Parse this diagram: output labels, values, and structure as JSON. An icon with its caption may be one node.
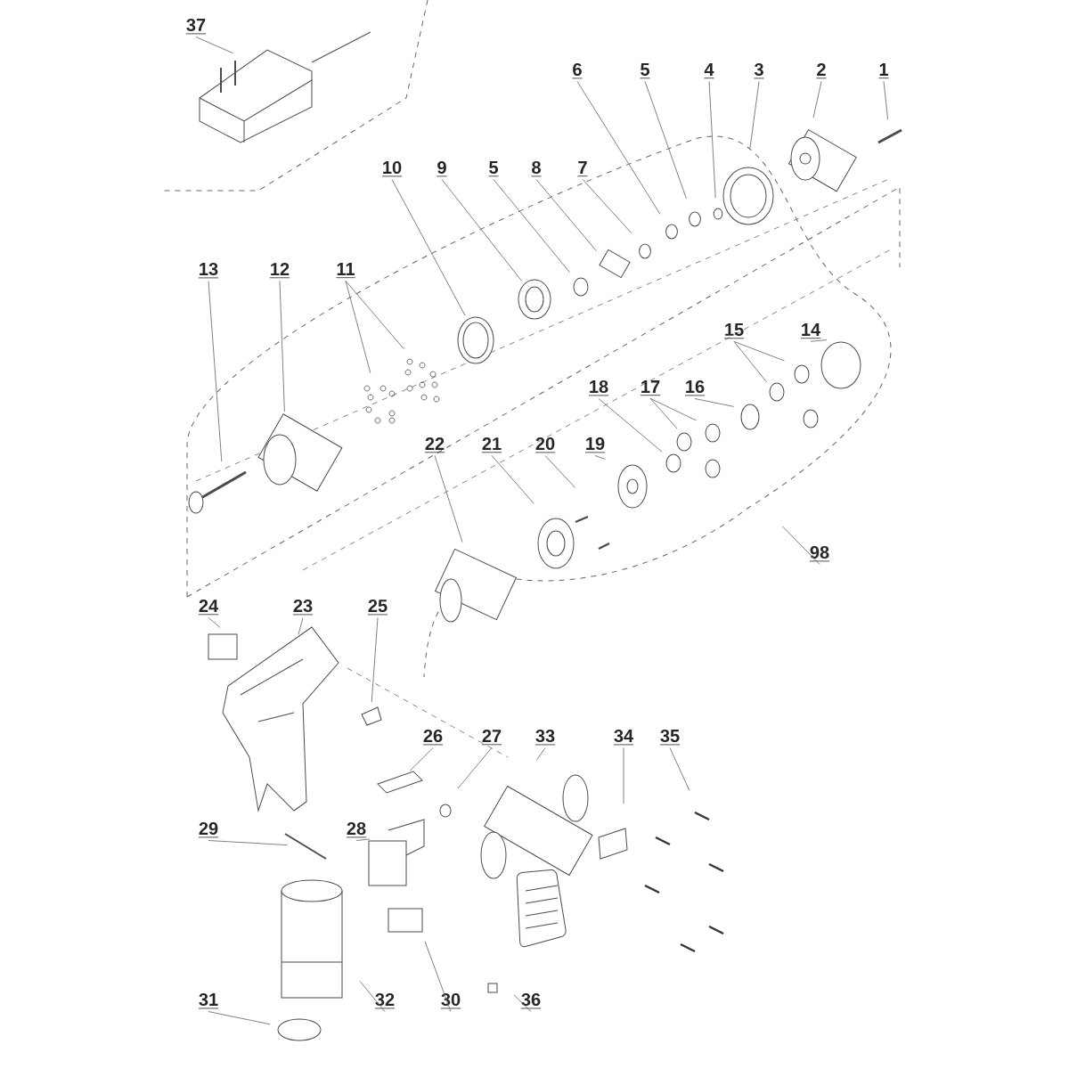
{
  "diagram": {
    "nodes": [
      {
        "text": [
          "37"
        ]
      },
      {
        "text": [
          "6"
        ]
      },
      {
        "text": [
          "5"
        ]
      },
      {
        "text": [
          "4"
        ]
      },
      {
        "text": [
          "3"
        ]
      },
      {
        "text": [
          "2"
        ]
      },
      {
        "text": [
          "1"
        ]
      },
      {
        "text": [
          "10"
        ]
      },
      {
        "text": [
          "9"
        ]
      },
      {
        "text": [
          "5"
        ]
      },
      {
        "text": [
          "8"
        ]
      },
      {
        "text": [
          "7"
        ]
      },
      {
        "text": [
          "13"
        ]
      },
      {
        "text": [
          "12"
        ]
      },
      {
        "text": [
          "11"
        ]
      },
      {
        "text": [
          "15"
        ]
      },
      {
        "text": [
          "14"
        ]
      },
      {
        "text": [
          "18"
        ]
      },
      {
        "text": [
          "17"
        ]
      },
      {
        "text": [
          "16"
        ]
      },
      {
        "text": [
          "22"
        ]
      },
      {
        "text": [
          "21"
        ]
      },
      {
        "text": [
          "20"
        ]
      },
      {
        "text": [
          "19"
        ]
      },
      {
        "text": [
          "98"
        ]
      },
      {
        "text": [
          "24"
        ]
      },
      {
        "text": [
          "23"
        ]
      },
      {
        "text": [
          "25"
        ]
      },
      {
        "text": [
          "26"
        ]
      },
      {
        "text": [
          "27"
        ]
      },
      {
        "text": [
          "33"
        ]
      },
      {
        "text": [
          "34"
        ]
      },
      {
        "text": [
          "35"
        ]
      },
      {
        "text": [
          "29"
        ]
      },
      {
        "text": [
          "28"
        ]
      },
      {
        "text": [
          "31"
        ]
      },
      {
        "text": [
          "32"
        ]
      },
      {
        "text": [
          "30"
        ]
      },
      {
        "text": [
          "36"
        ]
      }
    ],
    "edges": [
      {
        "from": 0,
        "to": null,
        "arrow": "none"
      },
      {
        "from": 1,
        "to": null,
        "arrow": "none"
      },
      {
        "from": 2,
        "to": null,
        "arrow": "none"
      },
      {
        "from": 3,
        "to": null,
        "arrow": "none"
      },
      {
        "from": 4,
        "to": null,
        "arrow": "none"
      },
      {
        "from": 5,
        "to": null,
        "arrow": "none"
      },
      {
        "from": 6,
        "to": null,
        "arrow": "none"
      },
      {
        "from": 7,
        "to": null,
        "arrow": "none"
      },
      {
        "from": 8,
        "to": null,
        "arrow": "none"
      },
      {
        "from": 9,
        "to": null,
        "arrow": "none"
      },
      {
        "from": 10,
        "to": null,
        "arrow": "none"
      },
      {
        "from": 11,
        "to": null,
        "arrow": "none"
      },
      {
        "from": 12,
        "to": null,
        "arrow": "none"
      },
      {
        "from": 13,
        "to": null,
        "arrow": "none"
      },
      {
        "from": 14,
        "to": null,
        "arrow": "none"
      },
      {
        "from": 14,
        "to": null,
        "arrow": "none"
      },
      {
        "from": 15,
        "to": null,
        "arrow": "none"
      },
      {
        "from": 15,
        "to": null,
        "arrow": "none"
      },
      {
        "from": 16,
        "to": null,
        "arrow": "none"
      },
      {
        "from": 17,
        "to": null,
        "arrow": "none"
      },
      {
        "from": 18,
        "to": null,
        "arrow": "none"
      },
      {
        "from": 18,
        "to": null,
        "arrow": "none"
      },
      {
        "from": 19,
        "to": null,
        "arrow": "none"
      },
      {
        "from": 20,
        "to": null,
        "arrow": "none"
      },
      {
        "from": 21,
        "to": null,
        "arrow": "none"
      },
      {
        "from": 22,
        "to": null,
        "arrow": "none"
      },
      {
        "from": 23,
        "to": null,
        "arrow": "none"
      },
      {
        "from": 24,
        "to": null,
        "arrow": "none"
      },
      {
        "from": 25,
        "to": null,
        "arrow": "none"
      },
      {
        "from": 26,
        "to": null,
        "arrow": "none"
      },
      {
        "from": 27,
        "to": null,
        "arrow": "none"
      },
      {
        "from": 28,
        "to": null,
        "arrow": "none"
      },
      {
        "from": 29,
        "to": null,
        "arrow": "none"
      },
      {
        "from": 30,
        "to": null,
        "arrow": "none"
      },
      {
        "from": 31,
        "to": null,
        "arrow": "none"
      },
      {
        "from": 32,
        "to": null,
        "arrow": "none"
      },
      {
        "from": 33,
        "to": null,
        "arrow": "none"
      },
      {
        "from": 34,
        "to": null,
        "arrow": "none"
      },
      {
        "from": 35,
        "to": null,
        "arrow": "none"
      },
      {
        "from": 36,
        "to": null,
        "arrow": "none"
      },
      {
        "from": 37,
        "to": null,
        "arrow": "none"
      },
      {
        "from": 38,
        "to": null,
        "arrow": "none"
      }
    ]
  }
}
